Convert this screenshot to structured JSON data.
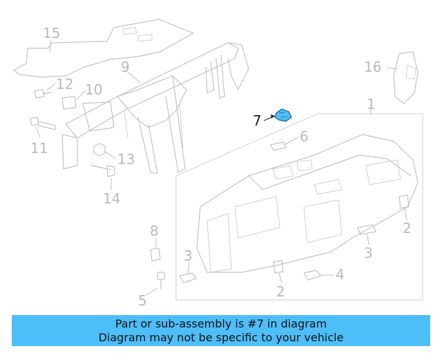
{
  "callouts": {
    "c1": "1",
    "c2a": "2",
    "c2b": "2",
    "c3a": "3",
    "c3b": "3",
    "c4": "4",
    "c5": "5",
    "c6": "6",
    "c7": "7",
    "c8": "8",
    "c9": "9",
    "c10": "10",
    "c11": "11",
    "c12": "12",
    "c13": "13",
    "c14": "14",
    "c15": "15",
    "c16": "16"
  },
  "highlight_part": "7",
  "colors": {
    "highlight_fill": "#4dbef7",
    "banner_bg": "#4dbef7",
    "line": "#c2c2c2"
  },
  "banner": {
    "line1": "Part or sub-assembly is #7 in diagram",
    "line2": "Diagram may not be specific to your vehicle"
  }
}
